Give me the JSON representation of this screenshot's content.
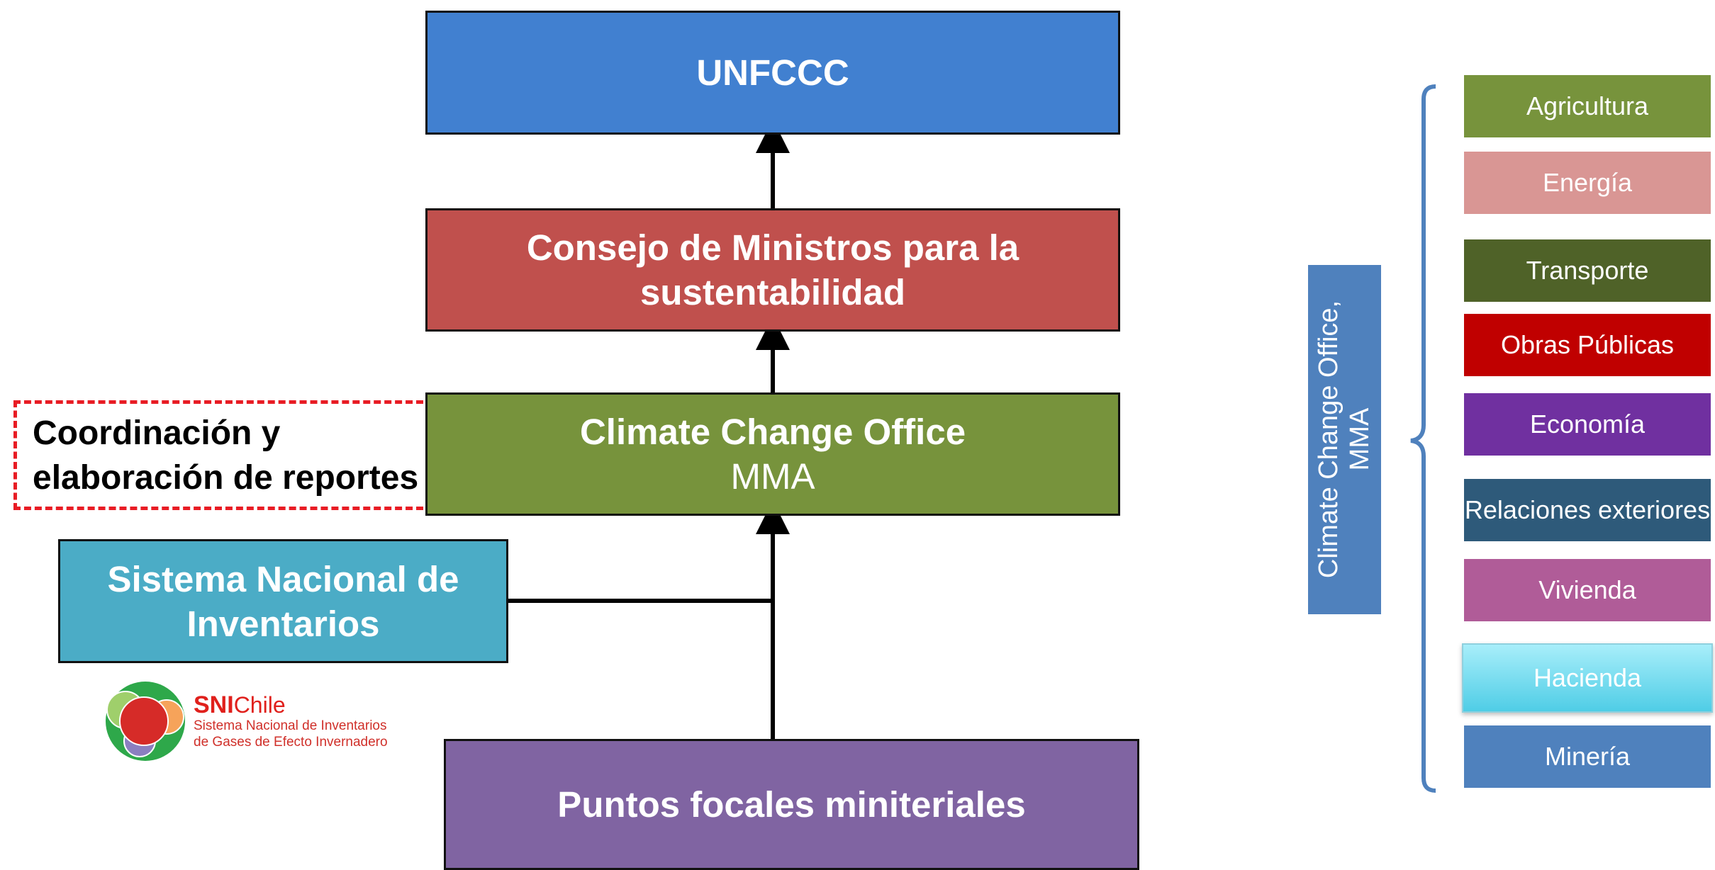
{
  "diagram": {
    "unfccc": {
      "label": "UNFCCC",
      "color": "#4180d0"
    },
    "consejo": {
      "line1": "Consejo de Ministros para la",
      "line2": "sustentabilidad",
      "color": "#c0504d"
    },
    "cco": {
      "line1": "Climate Change Office",
      "line2": "MMA",
      "color": "#77933c"
    },
    "coordinacion": {
      "line1": "Coordinación y",
      "line2": "elaboración de reportes",
      "border_color": "#e81c24"
    },
    "sni": {
      "line1": "Sistema Nacional de",
      "line2": "Inventarios",
      "color": "#4bacc6"
    },
    "puntos": {
      "label": "Puntos focales miniteriales",
      "color": "#8064a2"
    }
  },
  "logo": {
    "brand_bold": "SNI",
    "brand_rest": "Chile",
    "tagline1": "Sistema Nacional de Inventarios",
    "tagline2": "de Gases de Efecto Invernadero"
  },
  "side_panel": {
    "vertical_label_line1": "Climate Change Office,",
    "vertical_label_line2": "MMA",
    "label_color": "#4f81bd",
    "bracket_color": "#4f81bd",
    "ministries": [
      {
        "label": "Agricultura",
        "color": "#77933c"
      },
      {
        "label": "Energía",
        "color": "#d99694"
      },
      {
        "label": "Transporte",
        "color": "#4f6228"
      },
      {
        "label": "Obras Públicas",
        "color": "#c00000"
      },
      {
        "label": "Economía",
        "color": "#7030a0"
      },
      {
        "label": "Relaciones exteriores",
        "color": "#2e5a7a"
      },
      {
        "label": "Vivienda",
        "color": "#b05c98"
      },
      {
        "label": "Hacienda",
        "color": "#62d7ee"
      },
      {
        "label": "Minería",
        "color": "#4f81bd"
      }
    ]
  }
}
